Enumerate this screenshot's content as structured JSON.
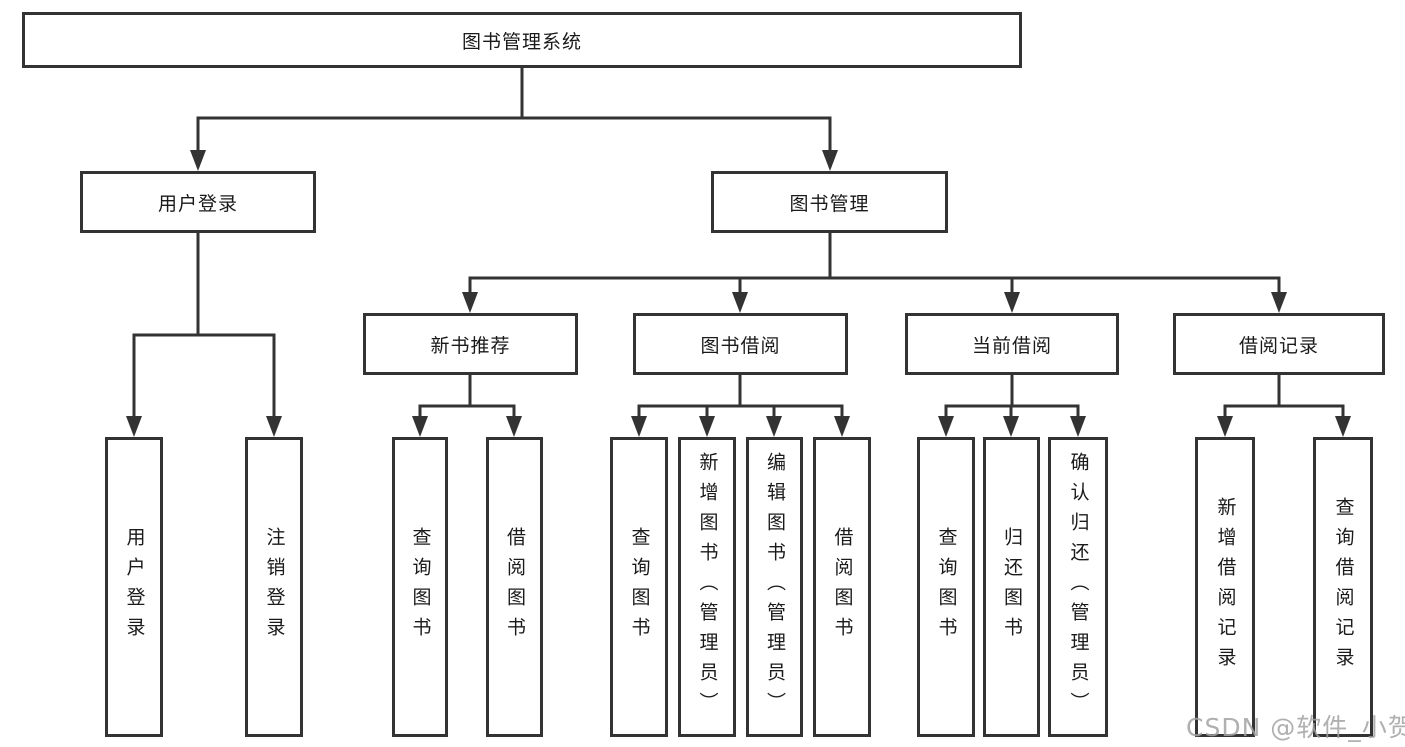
{
  "watermark": "CSDN @软件_小贺同学",
  "colors": {
    "line": "#333333",
    "box_border": "#333333",
    "text": "#1a1a1a",
    "background": "#ffffff",
    "watermark": "#a2a2a2"
  },
  "tree": {
    "root": {
      "label": "图书管理系统",
      "children": [
        {
          "label": "用户登录",
          "children": [
            {
              "label": "用户登录"
            },
            {
              "label": "注销登录"
            }
          ]
        },
        {
          "label": "图书管理",
          "children": [
            {
              "label": "新书推荐",
              "children": [
                {
                  "label": "查询图书"
                },
                {
                  "label": "借阅图书"
                }
              ]
            },
            {
              "label": "图书借阅",
              "children": [
                {
                  "label": "查询图书"
                },
                {
                  "label": "新增图书（管理员）"
                },
                {
                  "label": "编辑图书（管理员）"
                },
                {
                  "label": "借阅图书"
                }
              ]
            },
            {
              "label": "当前借阅",
              "children": [
                {
                  "label": "查询图书"
                },
                {
                  "label": "归还图书"
                },
                {
                  "label": "确认归还（管理员）"
                }
              ]
            },
            {
              "label": "借阅记录",
              "children": [
                {
                  "label": "新增借阅记录"
                },
                {
                  "label": "查询借阅记录"
                }
              ]
            }
          ]
        }
      ]
    }
  }
}
